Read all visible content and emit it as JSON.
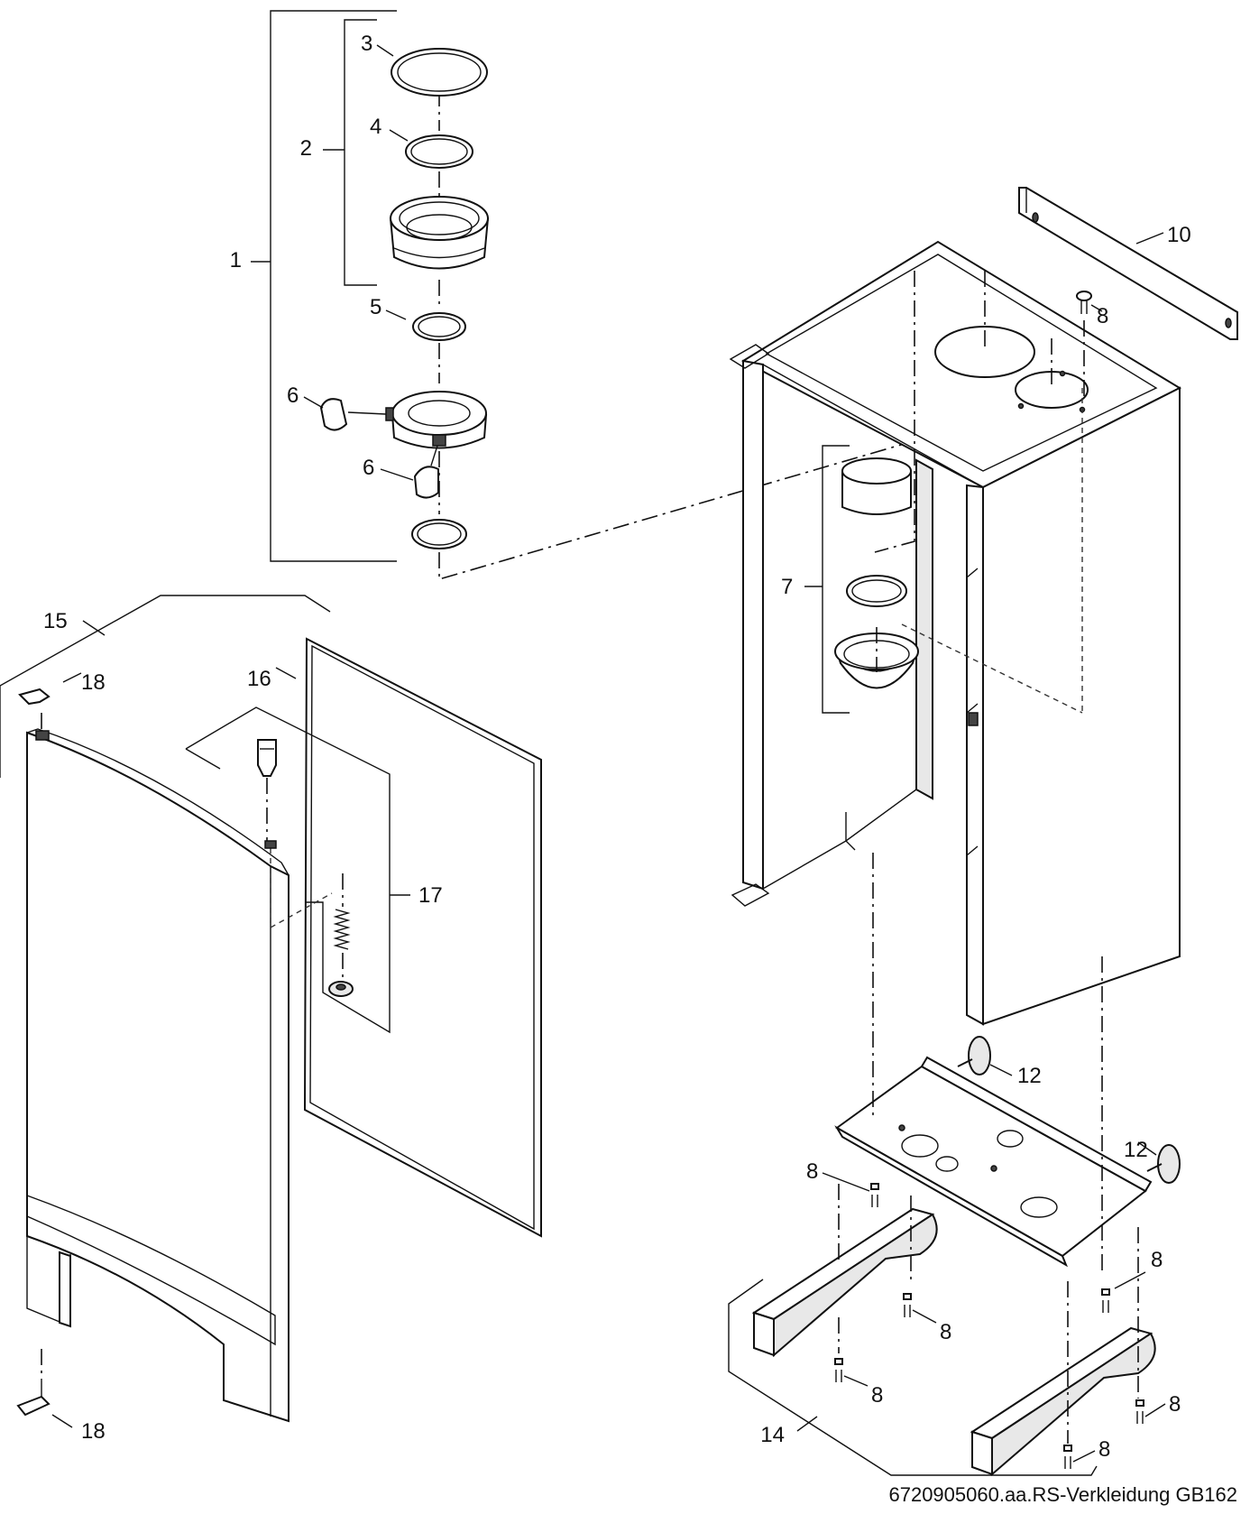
{
  "caption": "6720905060.aa.RS-Verkleidung GB162",
  "callouts": {
    "c1": "1",
    "c2": "2",
    "c3": "3",
    "c4": "4",
    "c5": "5",
    "c6a": "6",
    "c6b": "6",
    "c7": "7",
    "c8a": "8",
    "c8b": "8",
    "c8c": "8",
    "c8d": "8",
    "c8e": "8",
    "c8f": "8",
    "c8g": "8",
    "c10": "10",
    "c12a": "12",
    "c12b": "12",
    "c14": "14",
    "c15": "15",
    "c16": "16",
    "c17": "17",
    "c18a": "18",
    "c18b": "18"
  }
}
